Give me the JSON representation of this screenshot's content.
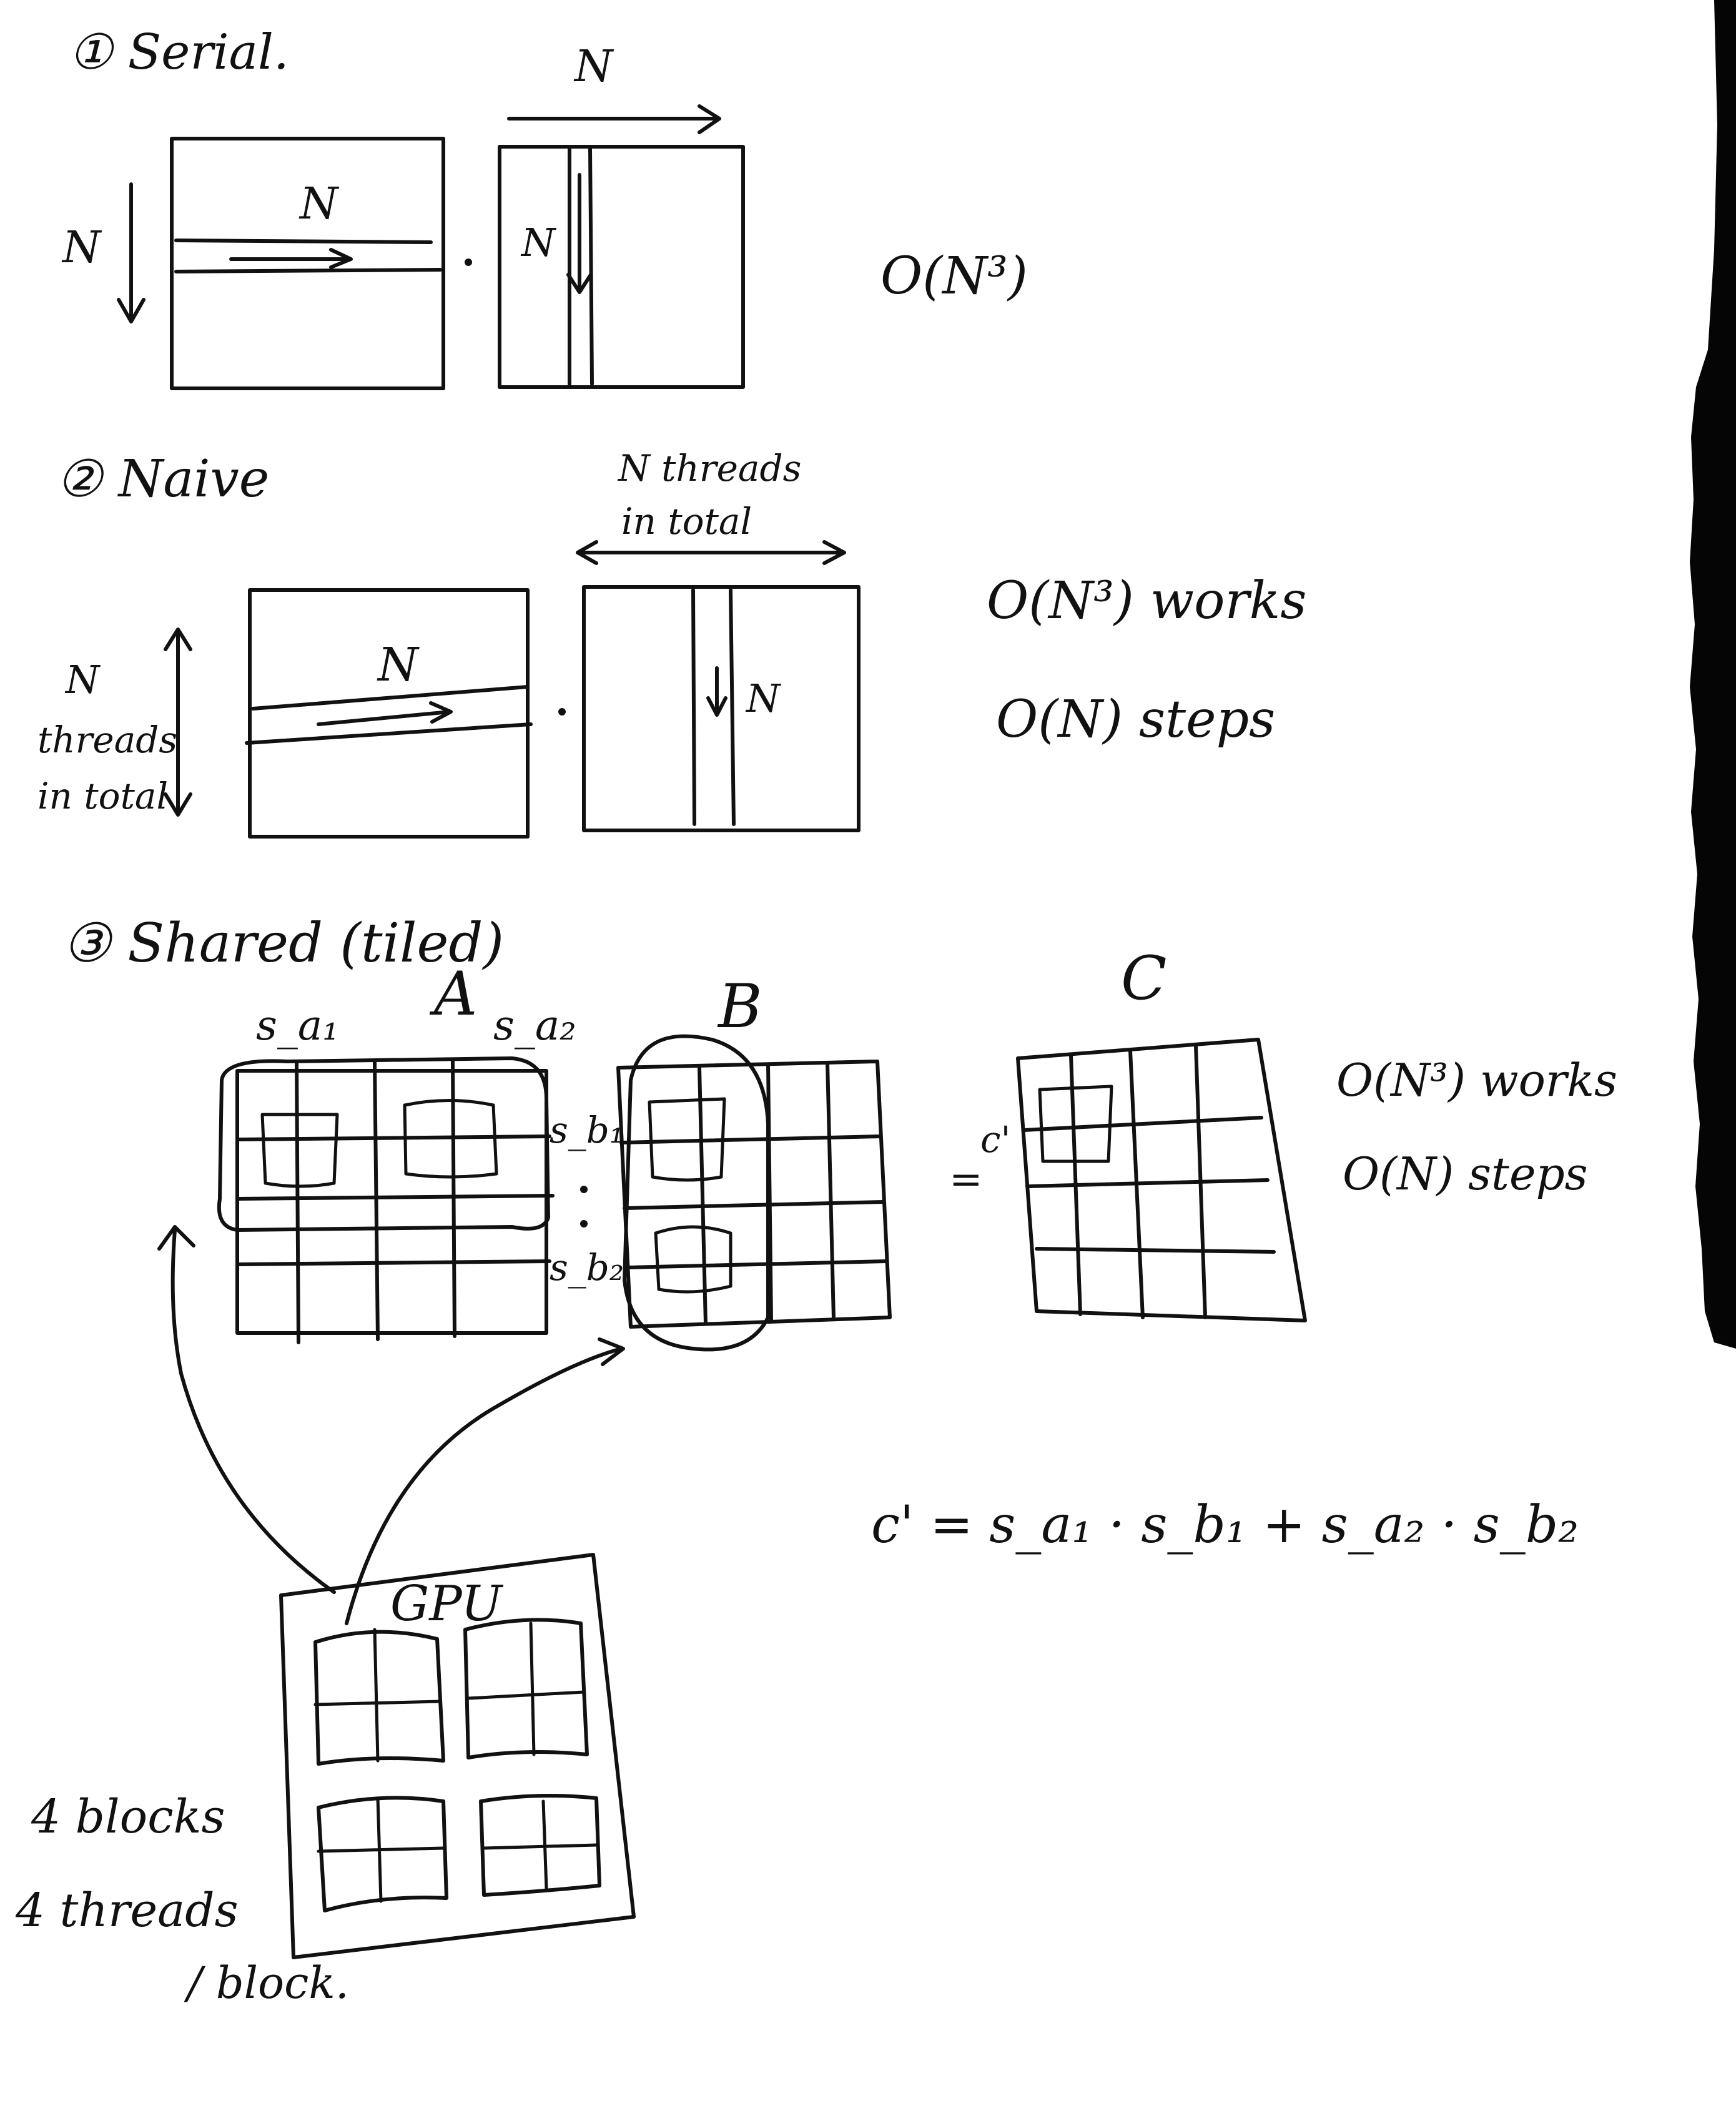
{
  "colors": {
    "paper": "#ffffff",
    "ink": "#111111",
    "torn_edge": "#050505"
  },
  "section1": {
    "title": "① Serial.",
    "label_top_B": "N",
    "label_side_A": "N",
    "label_row_A": "N",
    "label_col_B": "N",
    "complexity": "O(N³)"
  },
  "section2": {
    "title": "② Naive",
    "label_top_B": "N threads",
    "label_top_B2": "in total",
    "label_side_1": "N",
    "label_side_2": "threads",
    "label_side_3": "in total",
    "label_row_A": "N",
    "label_col_B": "N",
    "work": "O(N³) works",
    "steps": "O(N) steps"
  },
  "section3": {
    "title": "③ Shared (tiled)",
    "matrix_A": "A",
    "matrix_B": "B",
    "matrix_C": "C",
    "s_a1": "s_a₁",
    "s_a2": "s_a₂",
    "s_b1": "s_b₁",
    "s_b2": "s_b₂",
    "c_prime": "c'",
    "equals": "=",
    "work": "O(N³) works",
    "steps": "O(N) steps",
    "formula": "c' = s_a₁ · s_b₁ + s_a₂ · s_b₂",
    "gpu": "GPU",
    "blocks": "4 blocks",
    "threads": "4 threads",
    "per_block": "/ block."
  }
}
